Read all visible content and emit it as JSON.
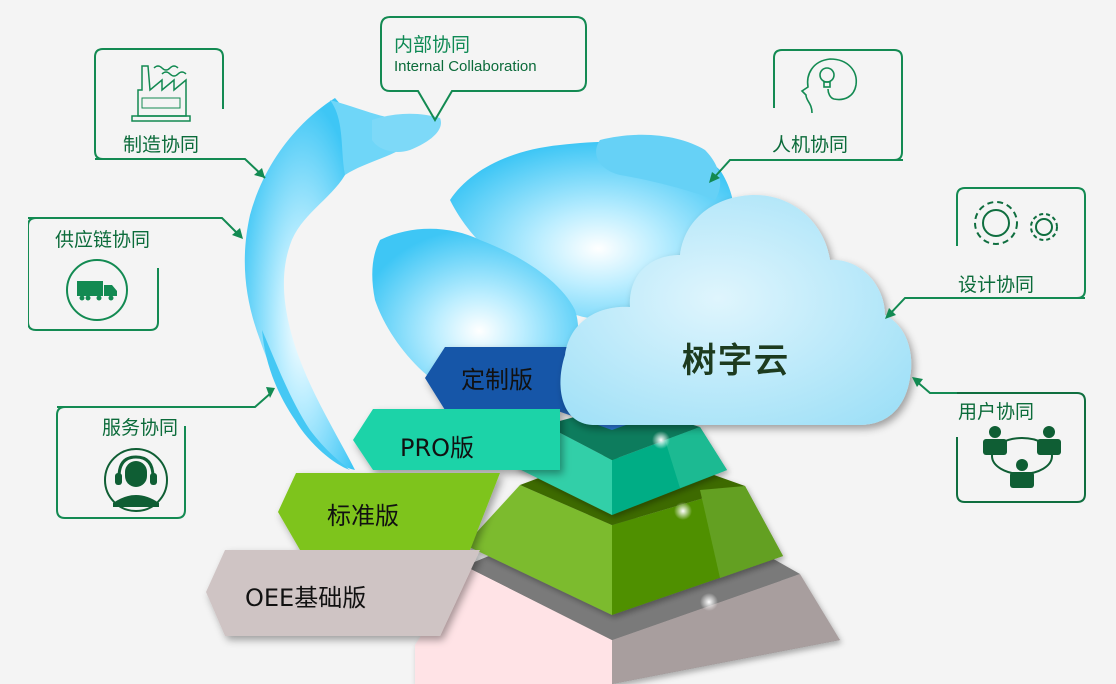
{
  "colors": {
    "background": "#f4f4f4",
    "callout_stroke": "#138a52",
    "callout_text": "#0b6b3a",
    "globe": "#4cc8f4",
    "cloud": "#bfeaf9",
    "tier_custom": "#1456a8",
    "tier_pro": "#1ed3a8",
    "tier_standard": "#7ec41b",
    "tier_oee": "#cfc4c4"
  },
  "center": {
    "title": "树字云"
  },
  "tiers": [
    {
      "label": "定制版",
      "color": "#1456a8"
    },
    {
      "label": "PRO版",
      "color": "#1ed3a8"
    },
    {
      "label": "标准版",
      "color": "#7ec41b"
    },
    {
      "label": "OEE基础版",
      "color": "#cfc4c4"
    }
  ],
  "callouts": {
    "internal": {
      "title": "内部协同",
      "subtitle": "Internal Collaboration"
    },
    "manufacturing": {
      "title": "制造协同",
      "icon": "factory-icon"
    },
    "human_machine": {
      "title": "人机协同",
      "icon": "head-lightbulb-icon"
    },
    "supply_chain": {
      "title": "供应链协同",
      "icon": "truck-icon"
    },
    "design": {
      "title": "设计协同",
      "icon": "gears-icon"
    },
    "service": {
      "title": "服务协同",
      "icon": "headset-agent-icon"
    },
    "user": {
      "title": "用户协同",
      "icon": "users-network-icon"
    }
  }
}
